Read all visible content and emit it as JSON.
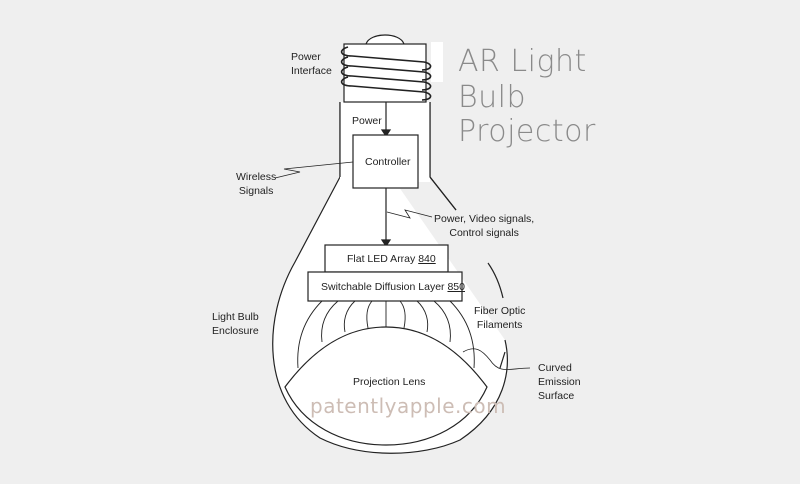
{
  "title": {
    "line1": "AR Light",
    "line2": "Bulb",
    "line3": "Projector"
  },
  "labels": {
    "power_interface_1": "Power",
    "power_interface_2": "Interface",
    "power": "Power",
    "controller": "Controller",
    "wireless_1": "Wireless",
    "wireless_2": "Signals",
    "signals_1": "Power, Video signals,",
    "signals_2": "Control signals",
    "led_array": "Flat LED Array ",
    "led_array_ref": "840",
    "diffusion": "Switchable Diffusion Layer ",
    "diffusion_ref": "850",
    "enclosure_1": "Light Bulb",
    "enclosure_2": "Enclosure",
    "fiber_1": "Fiber Optic",
    "fiber_2": "Filaments",
    "lens": "Projection Lens",
    "curved_1": "Curved",
    "curved_2": "Emission",
    "curved_3": "Surface"
  },
  "watermark": "patentlyapple.com"
}
